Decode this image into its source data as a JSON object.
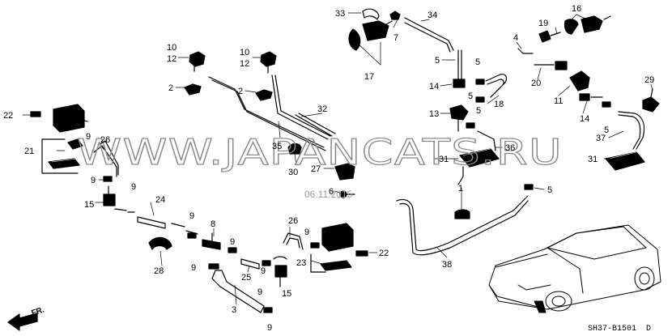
{
  "watermark": "WWW.JAPANCATS.RU",
  "date_stamp": "06.11.2015",
  "diagram_code": "SH37-B1501",
  "diagram_suffix": "D",
  "direction_label": "FR.",
  "callouts": [
    {
      "id": "c33",
      "text": "33"
    },
    {
      "id": "c34",
      "text": "34"
    },
    {
      "id": "c7",
      "text": "7"
    },
    {
      "id": "c19",
      "text": "19"
    },
    {
      "id": "c16",
      "text": "16"
    },
    {
      "id": "c4",
      "text": "4"
    },
    {
      "id": "c10a",
      "text": "10"
    },
    {
      "id": "c12a",
      "text": "12"
    },
    {
      "id": "c10b",
      "text": "10"
    },
    {
      "id": "c12b",
      "text": "12"
    },
    {
      "id": "c5a",
      "text": "5"
    },
    {
      "id": "c5b",
      "text": "5"
    },
    {
      "id": "c17",
      "text": "17"
    },
    {
      "id": "c2a",
      "text": "2"
    },
    {
      "id": "c2b",
      "text": "2"
    },
    {
      "id": "c20",
      "text": "20"
    },
    {
      "id": "c29",
      "text": "29"
    },
    {
      "id": "c14a",
      "text": "14"
    },
    {
      "id": "c5c",
      "text": "5"
    },
    {
      "id": "c11",
      "text": "11"
    },
    {
      "id": "c32",
      "text": "32"
    },
    {
      "id": "c18",
      "text": "18"
    },
    {
      "id": "c22a",
      "text": "22"
    },
    {
      "id": "c13",
      "text": "13"
    },
    {
      "id": "c5d",
      "text": "5"
    },
    {
      "id": "c14b",
      "text": "14"
    },
    {
      "id": "c9a",
      "text": "9"
    },
    {
      "id": "c26a",
      "text": "26"
    },
    {
      "id": "c5e",
      "text": "5"
    },
    {
      "id": "c21",
      "text": "21"
    },
    {
      "id": "c35",
      "text": "35"
    },
    {
      "id": "c36",
      "text": "36"
    },
    {
      "id": "c37",
      "text": "37"
    },
    {
      "id": "c30",
      "text": "30"
    },
    {
      "id": "c31a",
      "text": "31"
    },
    {
      "id": "c31b",
      "text": "31"
    },
    {
      "id": "c9b",
      "text": "9"
    },
    {
      "id": "c27",
      "text": "27"
    },
    {
      "id": "c5f",
      "text": "5"
    },
    {
      "id": "c9c",
      "text": "9"
    },
    {
      "id": "c6",
      "text": "6"
    },
    {
      "id": "c1",
      "text": "1"
    },
    {
      "id": "c24",
      "text": "24"
    },
    {
      "id": "c15a",
      "text": "15"
    },
    {
      "id": "c9d",
      "text": "9"
    },
    {
      "id": "c8",
      "text": "8"
    },
    {
      "id": "c26b",
      "text": "26"
    },
    {
      "id": "c9e",
      "text": "9"
    },
    {
      "id": "c9f",
      "text": "9"
    },
    {
      "id": "c22b",
      "text": "22"
    },
    {
      "id": "c28",
      "text": "28"
    },
    {
      "id": "c9g",
      "text": "9"
    },
    {
      "id": "c25",
      "text": "25"
    },
    {
      "id": "c23",
      "text": "23"
    },
    {
      "id": "c9h",
      "text": "9"
    },
    {
      "id": "c15b",
      "text": "15"
    },
    {
      "id": "c38",
      "text": "38"
    },
    {
      "id": "c9i",
      "text": "9"
    },
    {
      "id": "c3",
      "text": "3"
    },
    {
      "id": "c9j",
      "text": "9"
    }
  ]
}
